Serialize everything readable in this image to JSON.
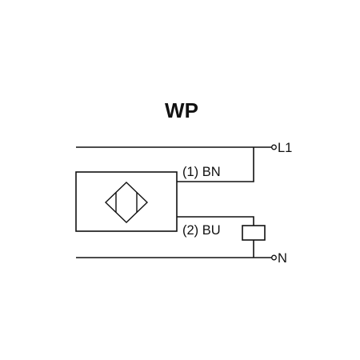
{
  "title": "WP",
  "wires": {
    "brown": {
      "label": "(1) BN"
    },
    "blue": {
      "label": "(2) BU"
    }
  },
  "terminals": {
    "l1": {
      "label": "L1"
    },
    "n": {
      "label": "N"
    }
  },
  "colors": {
    "line": "#111111",
    "background": "#ffffff"
  },
  "icons": {
    "sensor_symbol": "diamond-with-sensing-face-lines",
    "load": "rectangle-load"
  }
}
